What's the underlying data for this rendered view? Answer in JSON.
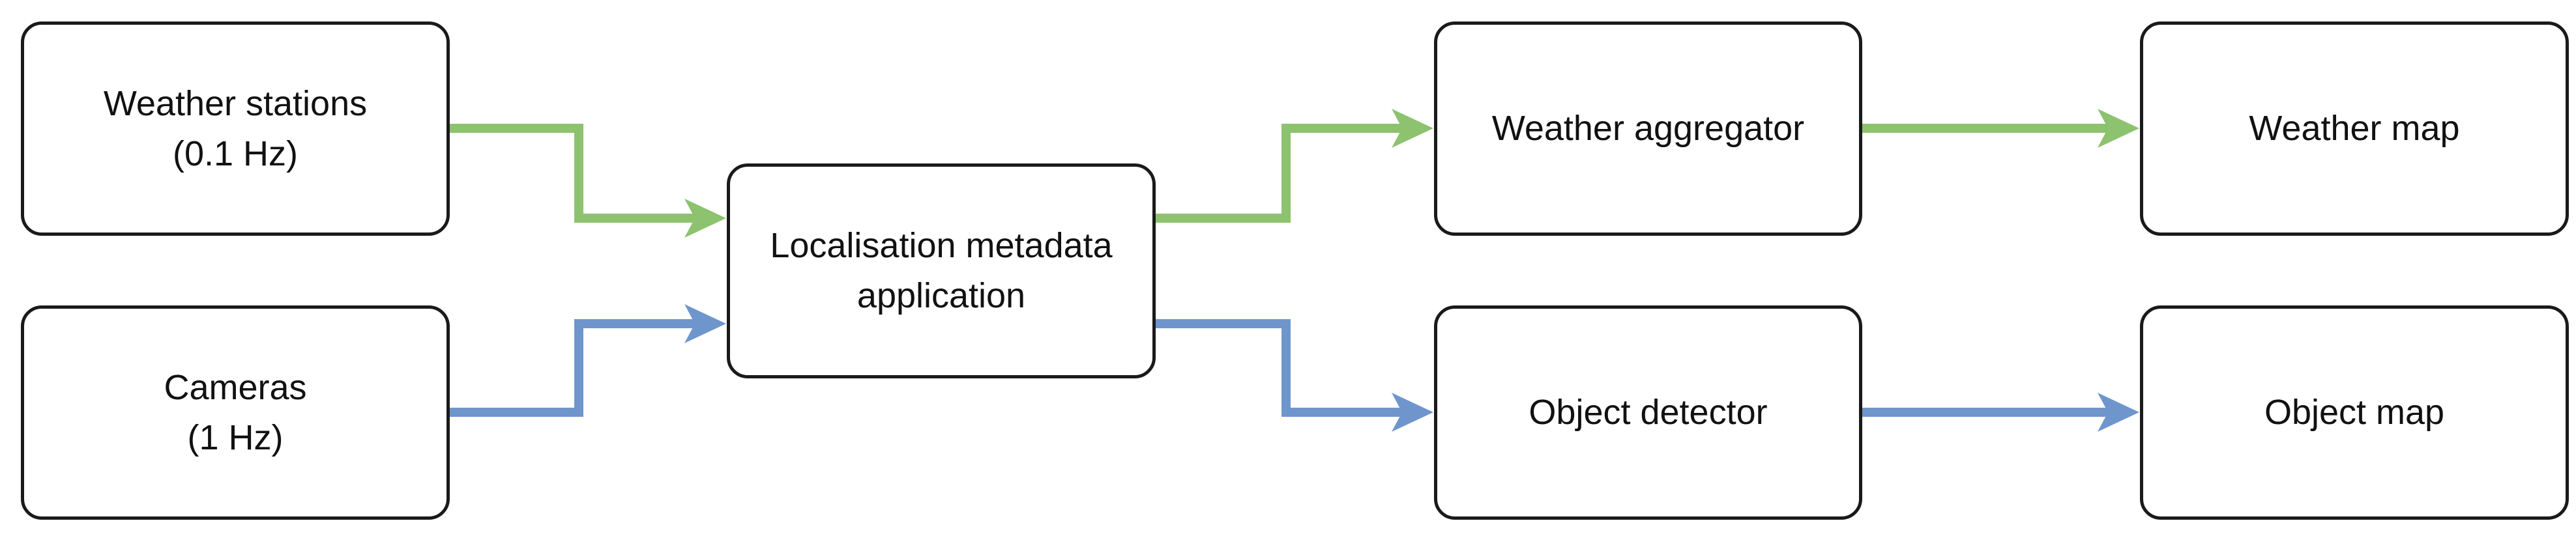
{
  "colors": {
    "weather_flow": "#8dc26f",
    "camera_flow": "#6f96cc",
    "box_border": "#1a1a1a"
  },
  "nodes": {
    "weather_stations": {
      "line1": "Weather stations",
      "line2": "(0.1 Hz)"
    },
    "cameras": {
      "line1": "Cameras",
      "line2": "(1 Hz)"
    },
    "localisation": {
      "line1": "Localisation metadata",
      "line2": "application"
    },
    "weather_aggregator": {
      "label": "Weather aggregator"
    },
    "object_detector": {
      "label": "Object detector"
    },
    "weather_map": {
      "label": "Weather map"
    },
    "object_map": {
      "label": "Object map"
    }
  },
  "edges": [
    {
      "from": "weather_stations",
      "to": "localisation",
      "flow": "weather"
    },
    {
      "from": "cameras",
      "to": "localisation",
      "flow": "camera"
    },
    {
      "from": "localisation",
      "to": "weather_aggregator",
      "flow": "weather"
    },
    {
      "from": "localisation",
      "to": "object_detector",
      "flow": "camera"
    },
    {
      "from": "weather_aggregator",
      "to": "weather_map",
      "flow": "weather"
    },
    {
      "from": "object_detector",
      "to": "object_map",
      "flow": "camera"
    }
  ]
}
